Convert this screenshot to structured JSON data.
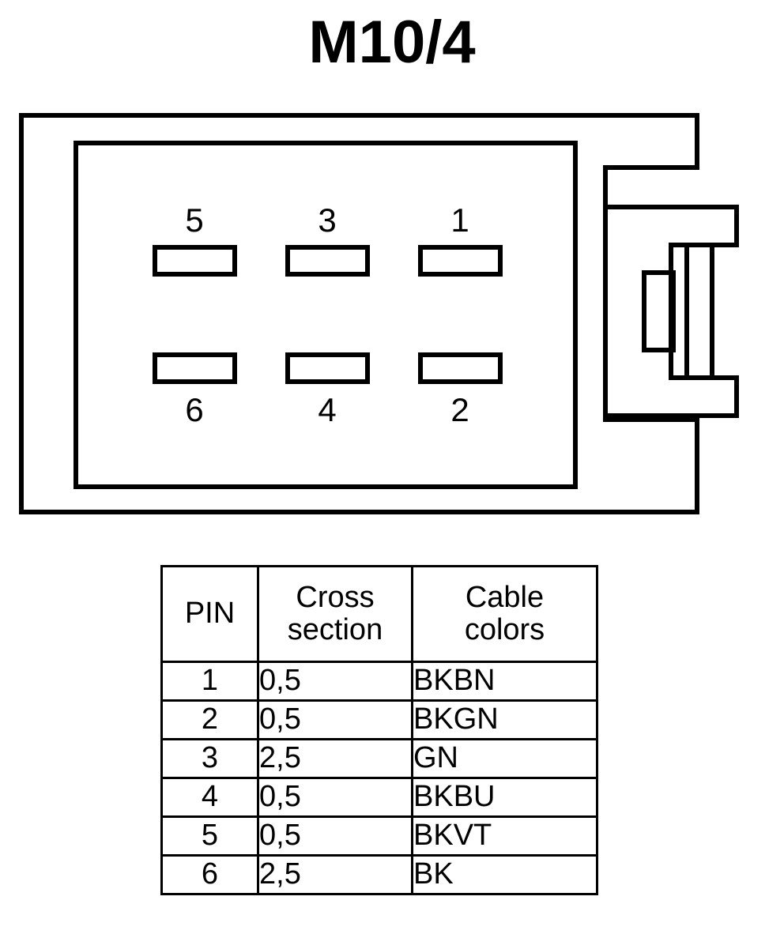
{
  "title": "M10/4",
  "connector": {
    "name": "6-way-connector-diagram",
    "pin_labels_top": [
      "5",
      "3",
      "1"
    ],
    "pin_labels_bottom": [
      "6",
      "4",
      "2"
    ],
    "slot_count": 6,
    "line_color": "#000000",
    "background_color": "#ffffff"
  },
  "table": {
    "headers": {
      "pin": "PIN",
      "cross_section_line1": "Cross",
      "cross_section_line2": "section",
      "cable_colors_line1": "Cable",
      "cable_colors_line2": "colors"
    },
    "rows": [
      {
        "pin": "1",
        "cross_section": "0,5",
        "cable_colors": "BKBN"
      },
      {
        "pin": "2",
        "cross_section": "0,5",
        "cable_colors": "BKGN"
      },
      {
        "pin": "3",
        "cross_section": "2,5",
        "cable_colors": "GN"
      },
      {
        "pin": "4",
        "cross_section": "0,5",
        "cable_colors": "BKBU"
      },
      {
        "pin": "5",
        "cross_section": "0,5",
        "cable_colors": "BKVT"
      },
      {
        "pin": "6",
        "cross_section": "2,5",
        "cable_colors": "BK"
      }
    ]
  }
}
